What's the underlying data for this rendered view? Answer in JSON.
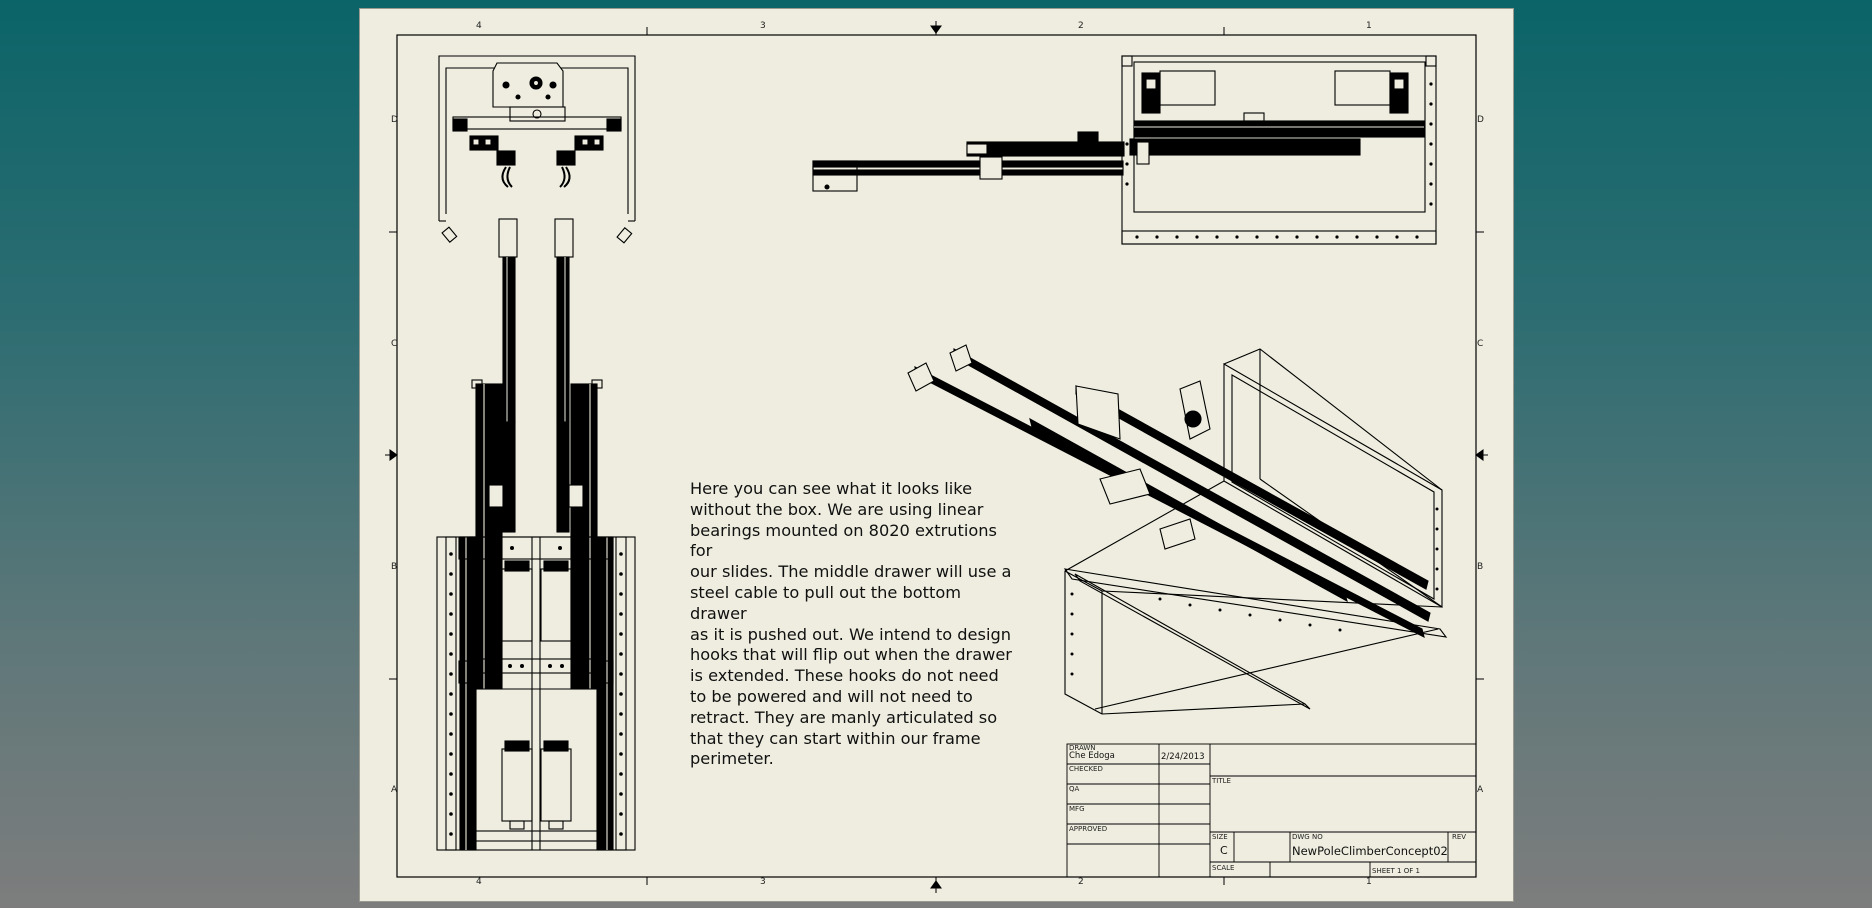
{
  "drawing": {
    "description": "Here you can see what it looks like\nwithout the box.  We are using linear\nbearings mounted on 8020 extrutions for\nour slides.  The middle drawer will use a\nsteel cable to pull out the bottom drawer\nas it is pushed out.  We intend to design\nhooks that will flip out when the drawer\nis extended.  These hooks do not need\nto be powered and will not need to\nretract.  They are manly articulated so\nthat they can start within our frame\nperimeter."
  },
  "border": {
    "columns": [
      "4",
      "3",
      "2",
      "1"
    ],
    "rows": [
      "D",
      "C",
      "B",
      "A"
    ]
  },
  "title_block": {
    "drawn_label": "DRAWN",
    "drawn_by": "Che Edoga",
    "drawn_date": "2/24/2013",
    "checked_label": "CHECKED",
    "qa_label": "QA",
    "mfg_label": "MFG",
    "approved_label": "APPROVED",
    "title_label": "TITLE",
    "size_label": "SIZE",
    "size_value": "C",
    "dwg_no_label": "DWG NO",
    "dwg_no_value": "NewPoleClimberConcept02",
    "rev_label": "REV",
    "scale_label": "SCALE",
    "sheet_label": "SHEET 1  OF 1"
  },
  "colors": {
    "background": "#0b6468",
    "sheet": "#eeeddf",
    "ink": "#000000"
  }
}
